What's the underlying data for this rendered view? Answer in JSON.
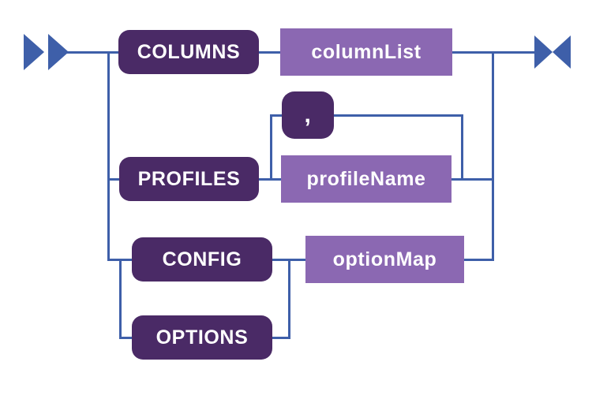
{
  "diagram": {
    "kind": "railroad-syntax-diagram",
    "colors": {
      "connector_line": "#3e5fa9",
      "keyword_background": "#4a2a66",
      "operand_background": "#8b68b2",
      "label_text": "#ffffff",
      "canvas_background": "#ffffff"
    },
    "markers": {
      "start": "double-right-arrow",
      "end": "bowtie"
    },
    "nodes": {
      "columns": {
        "label": "COLUMNS",
        "kind": "keyword"
      },
      "columnList": {
        "label": "columnList",
        "kind": "operand"
      },
      "comma": {
        "label": ",",
        "kind": "keyword"
      },
      "profiles": {
        "label": "PROFILES",
        "kind": "keyword"
      },
      "profileName": {
        "label": "profileName",
        "kind": "operand"
      },
      "config": {
        "label": "CONFIG",
        "kind": "keyword"
      },
      "optionMap": {
        "label": "optionMap",
        "kind": "operand"
      },
      "options": {
        "label": "OPTIONS",
        "kind": "keyword"
      }
    },
    "structure": {
      "alternatives": [
        {
          "sequence": [
            "COLUMNS",
            "columnList"
          ]
        },
        {
          "sequence": [
            "PROFILES",
            "profileName"
          ],
          "repeat_separator": ","
        },
        {
          "sequence": [
            "CONFIG",
            "optionMap"
          ]
        },
        {
          "sequence": [
            "OPTIONS"
          ]
        }
      ]
    }
  }
}
